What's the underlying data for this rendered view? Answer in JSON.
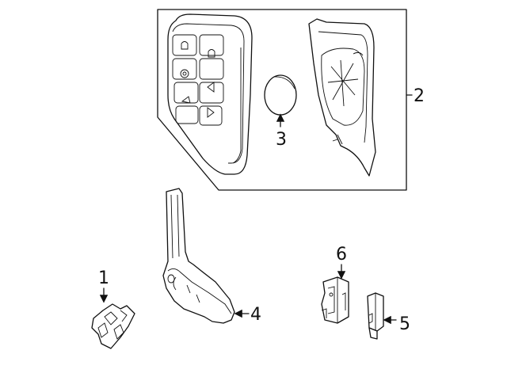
{
  "callouts": {
    "c1": "1",
    "c2": "2",
    "c3": "3",
    "c4": "4",
    "c5": "5",
    "c6": "6"
  },
  "parts": [
    {
      "id": "1",
      "icon": "bracket-clip-icon"
    },
    {
      "id": "2",
      "icon": "key-fob-assembly-icon"
    },
    {
      "id": "3",
      "icon": "coin-battery-icon"
    },
    {
      "id": "4",
      "icon": "emergency-key-blade-icon"
    },
    {
      "id": "5",
      "icon": "small-connector-icon"
    },
    {
      "id": "6",
      "icon": "mounting-bracket-icon"
    }
  ]
}
